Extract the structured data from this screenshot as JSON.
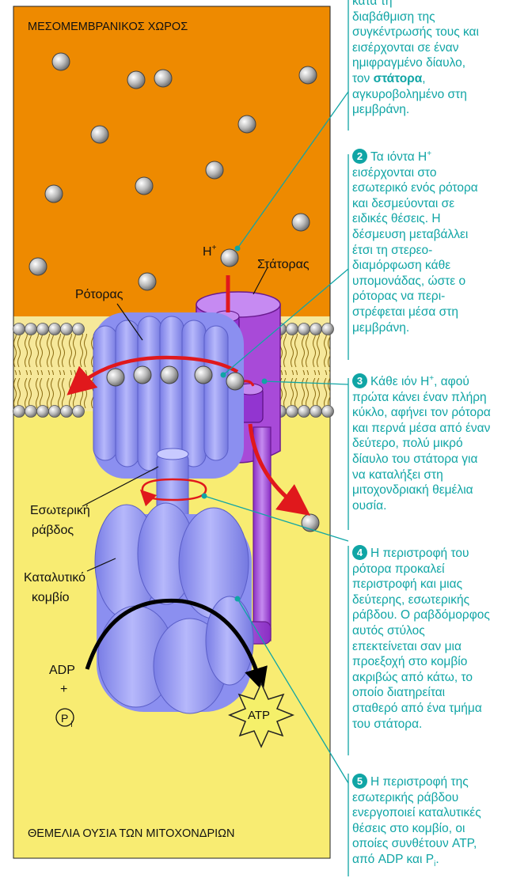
{
  "labels": {
    "intermembrane_space": "ΜΕΣΟΜΕΜΒΡΑΝΙΚΟΣ ΧΩΡΟΣ",
    "matrix": "ΘΕΜΕΛΙΑ ΟΥΣΙΑ ΤΩΝ ΜΙΤΟΧΟΝΔΡΙΩΝ",
    "rotor": "Ρότορας",
    "stator": "Στάτορας",
    "h_ion": "H",
    "h_ion_sup": "+",
    "internal_rod_1": "Εσωτερική",
    "internal_rod_2": "ράβδος",
    "catalytic_knob_1": "Καταλυτικό",
    "catalytic_knob_2": "κομβίο",
    "adp": "ADP",
    "plus": "+",
    "pi": "P",
    "pi_sub": "i",
    "atp": "ATP"
  },
  "notes": {
    "n1": {
      "l0": "κατά τη",
      "l1": "διαβάθμιση της",
      "l2": "συγκέντρωσής τους και",
      "l3": "εισέρχονται σε έναν",
      "l4": "ημιφραγμένο δίαυλο,",
      "l5a": "τον ",
      "l5b": "στάτορα",
      "l5c": ",",
      "l6": "αγκυροβολημένο στη",
      "l7": "μεμβράνη."
    },
    "n2": {
      "num": "2",
      "l1a": "Τα ιόντα H",
      "l1b": "+",
      "l2": "εισέρχονται στο",
      "l3": "εσωτερικό ενός ρότορα",
      "l4": "και δεσμεύονται σε",
      "l5": "ειδικές θέσεις. Η",
      "l6": "δέσμευση μεταβάλλει",
      "l7": "έτσι τη στερεο-",
      "l8": "διαμόρφωση κάθε",
      "l9": "υπομονάδας, ώστε ο",
      "l10": "ρότορας να περι-",
      "l11": "στρέφεται μέσα στη",
      "l12": "μεμβράνη."
    },
    "n3": {
      "num": "3",
      "l1a": "Κάθε ιόν H",
      "l1b": "+",
      "l1c": ", αφού",
      "l2": "πρώτα κάνει έναν πλήρη",
      "l3": "κύκλο, αφήνει τον ρότορα",
      "l4": "και περνά μέσα από έναν",
      "l5": "δεύτερο, πολύ μικρό",
      "l6": "δίαυλο του στάτορα για",
      "l7": "να καταλήξει στη",
      "l8": "μιτοχονδριακή θεμέλια",
      "l9": "ουσία."
    },
    "n4": {
      "num": "4",
      "l1": "Η περιστροφή του",
      "l2": "ρότορα προκαλεί",
      "l3": "περιστροφή και μιας",
      "l4": "δεύτερης, εσωτερικής",
      "l5": "ράβδου. Ο ραβδόμορφος",
      "l6": "αυτός στύλος",
      "l7": "επεκτείνεται σαν μια",
      "l8": "προεξοχή στο κομβίο",
      "l9": "ακριβώς από κάτω, το",
      "l10": "οποίο διατηρείται",
      "l11": "σταθερό από ένα τμήμα",
      "l12": "του στάτορα."
    },
    "n5": {
      "num": "5",
      "l1": "Η περιστροφή της",
      "l2": "εσωτερικής ράβδου",
      "l3": "ενεργοποιεί καταλυτικές",
      "l4": "θέσεις στο κομβίο, οι",
      "l5": "οποίες συνθέτουν ATP,",
      "l6a": "από ADP και P",
      "l6b": "i",
      "l6c": "."
    }
  },
  "colors": {
    "intermembrane": "#ee8a00",
    "matrix": "#f8ec72",
    "rotor": "#8b8ff0",
    "stator": "#a84ad8",
    "text_accent": "#10a5a5",
    "arrow": "#e0181c"
  }
}
